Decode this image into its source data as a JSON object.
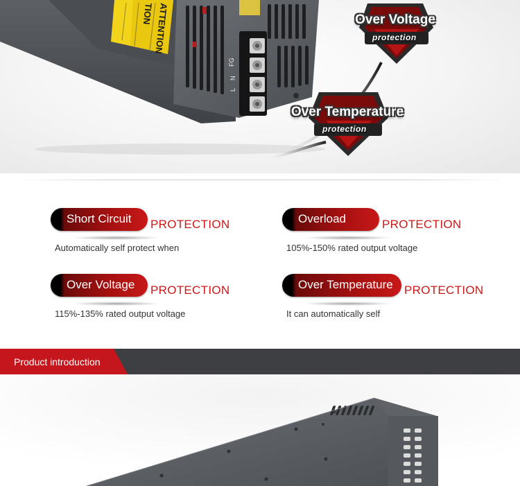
{
  "hero": {
    "badges": [
      {
        "title": "Over Voltage",
        "subtitle": "protection"
      },
      {
        "title": "Over Temperature",
        "subtitle": "protection"
      }
    ],
    "terminal_labels": [
      "FG",
      "N",
      "L"
    ],
    "sticker_lines": [
      "ATTENTION",
      "TION"
    ]
  },
  "features": [
    {
      "label": "Short Circuit",
      "suffix": "PROTECTION",
      "description": "Automatically self protect when"
    },
    {
      "label": "Overload",
      "suffix": "PROTECTION",
      "description": "105%-150% rated output voltage"
    },
    {
      "label": "Over Voltage",
      "suffix": "PROTECTION",
      "description": "115%-135% rated output voltage"
    },
    {
      "label": "Over Temperature",
      "suffix": "PROTECTION",
      "description": "It can automatically self"
    }
  ],
  "section": {
    "title": "Product introduction"
  },
  "colors": {
    "accent_red": "#c81818",
    "section_red": "#c4161c",
    "section_dark": "#3d3f42",
    "device_gray": "#55595e"
  }
}
